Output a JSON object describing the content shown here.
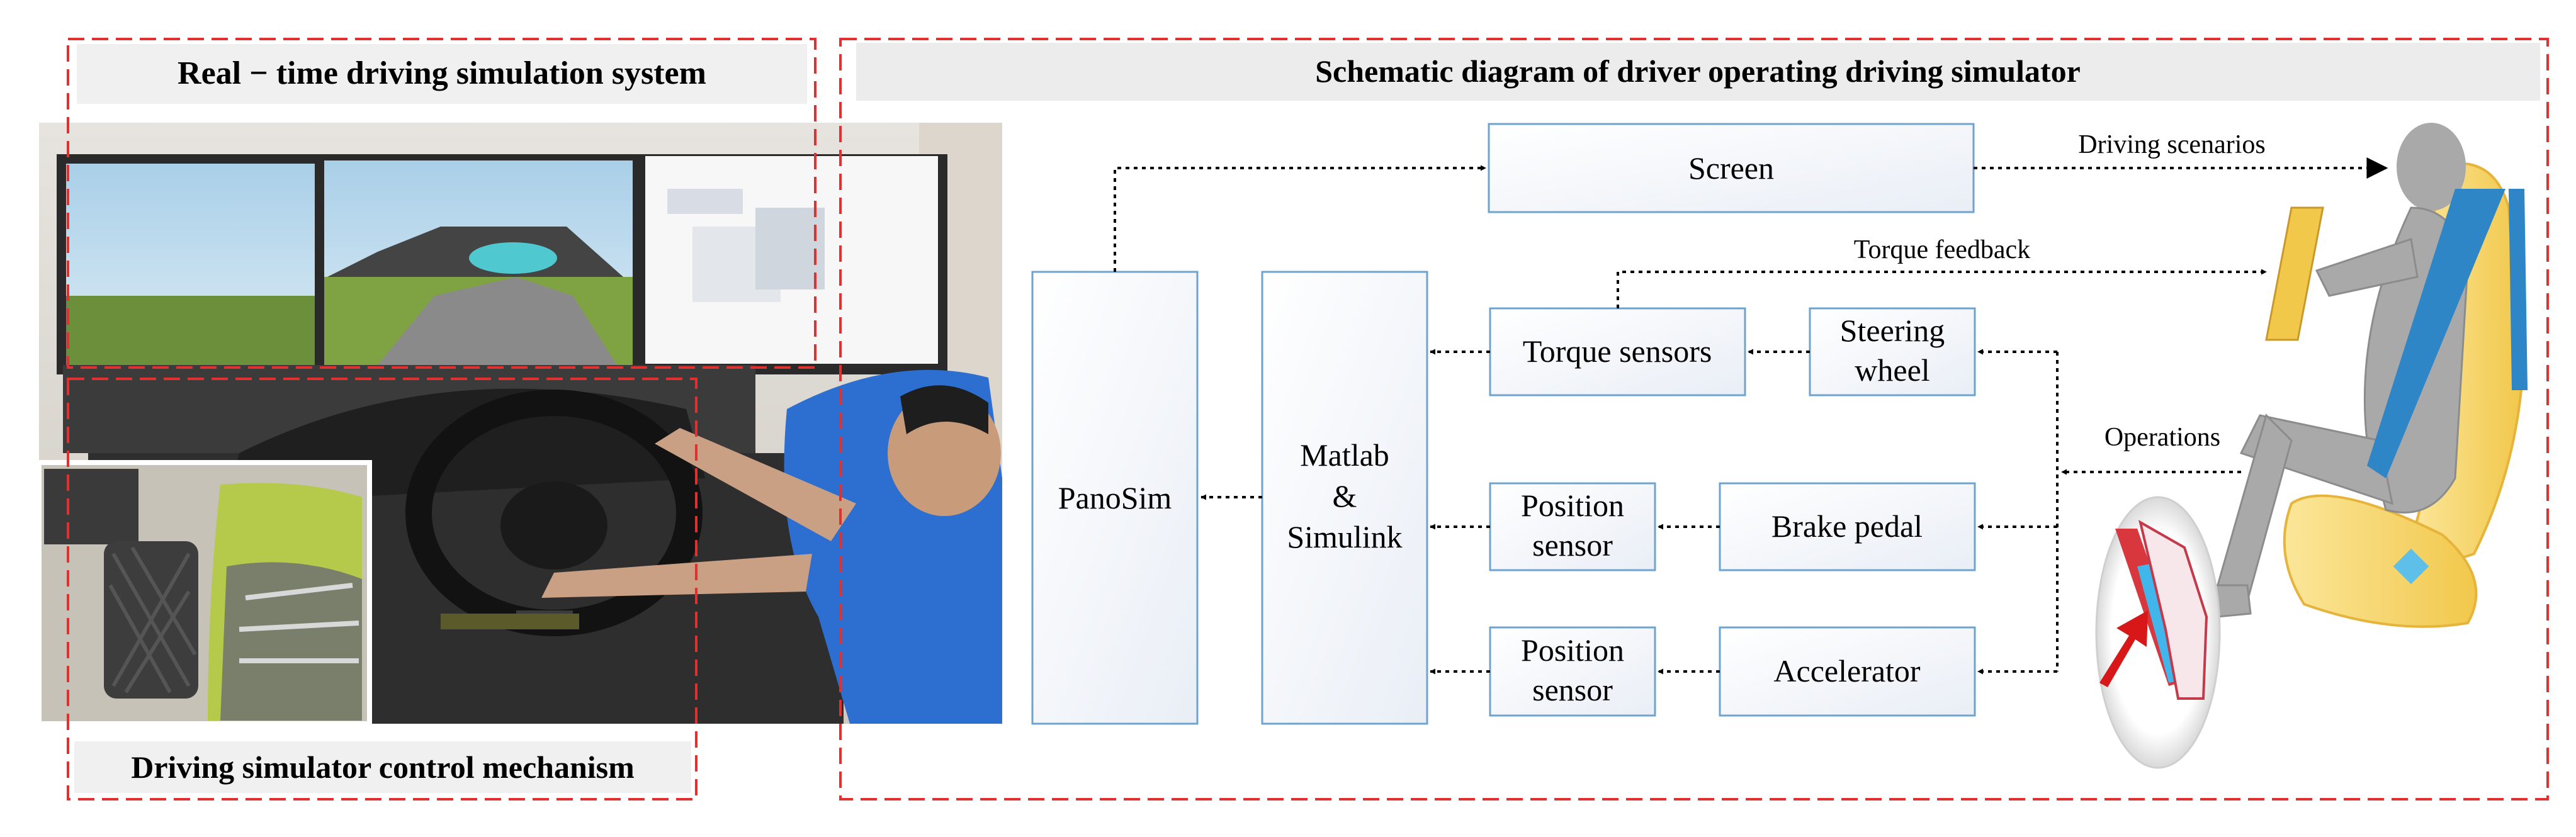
{
  "left_panel": {
    "title": "Real −  time driving simulation system",
    "bottom_caption": "Driving simulator control mechanism"
  },
  "right_panel": {
    "title": "Schematic diagram of driver operating driving simulator"
  },
  "blocks": {
    "screen": "Screen",
    "panosim": "PanoSim",
    "matlab_line1": "Matlab",
    "matlab_line2": "&",
    "matlab_line3": "Simulink",
    "torque_sensors": "Torque sensors",
    "steering_line1": "Steering",
    "steering_line2": "wheel",
    "position1_line1": "Position",
    "position1_line2": "sensor",
    "brake_pedal": "Brake pedal",
    "position2_line1": "Position",
    "position2_line2": "sensor",
    "accelerator": "Accelerator"
  },
  "arrow_labels": {
    "driving_scenarios": "Driving scenarios",
    "torque_feedback": "Torque feedback",
    "operations": "Operations"
  },
  "colors": {
    "dashed_border": "#e03030",
    "block_border": "#6fa3cf",
    "header_bg": "#ececec",
    "seat": "#f6d86a",
    "human": "#a9a9a9",
    "belt": "#2f86c6",
    "red_arrow": "#d81818"
  },
  "icons": {
    "simulator_photo": "driving-simulator-photo",
    "pedal_inset": "pedal-closeup-photo",
    "driver": "seated-driver-figure"
  }
}
